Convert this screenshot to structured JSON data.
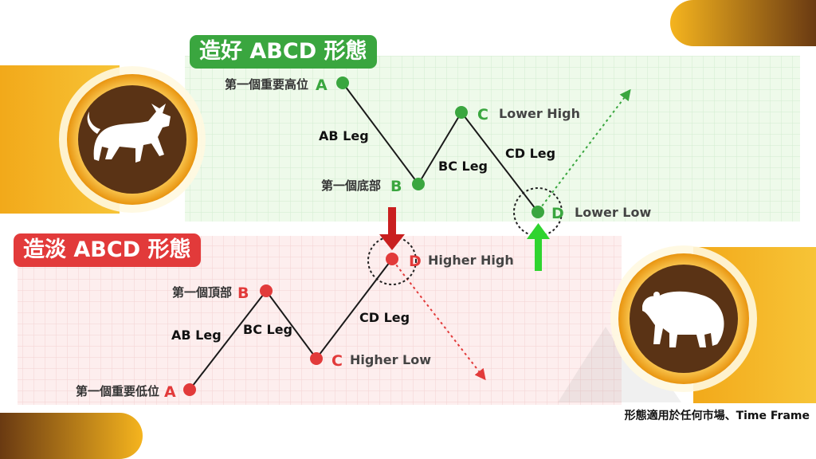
{
  "colors": {
    "bull_green": "#3aa63f",
    "bear_red": "#e23a3a",
    "gold": "#f2a91a",
    "medallion_brown": "#5a3315",
    "bull_grid_bg": "#eefaea",
    "bear_grid_bg": "#fdeeee"
  },
  "bullish": {
    "title": "造好 ABCD 形態",
    "A_label": "第一個重要高位",
    "A_letter": "A",
    "B_label": "第一個底部",
    "B_letter": "B",
    "C_letter": "C",
    "C_note": "Lower High",
    "D_letter": "D",
    "D_note": "Lower Low",
    "AB_leg": "AB Leg",
    "BC_leg": "BC Leg",
    "CD_leg": "CD Leg",
    "icon": "bull-icon"
  },
  "bearish": {
    "title": "造淡 ABCD 形態",
    "A_label": "第一個重要低位",
    "A_letter": "A",
    "B_label": "第一個頂部",
    "B_letter": "B",
    "C_letter": "C",
    "C_note": "Higher Low",
    "D_letter": "D",
    "D_note": "Higher High",
    "AB_leg": "AB Leg",
    "BC_leg": "BC Leg",
    "CD_leg": "CD Leg",
    "icon": "bear-icon"
  },
  "footer": "形態適用於任何市場、Time Frame"
}
